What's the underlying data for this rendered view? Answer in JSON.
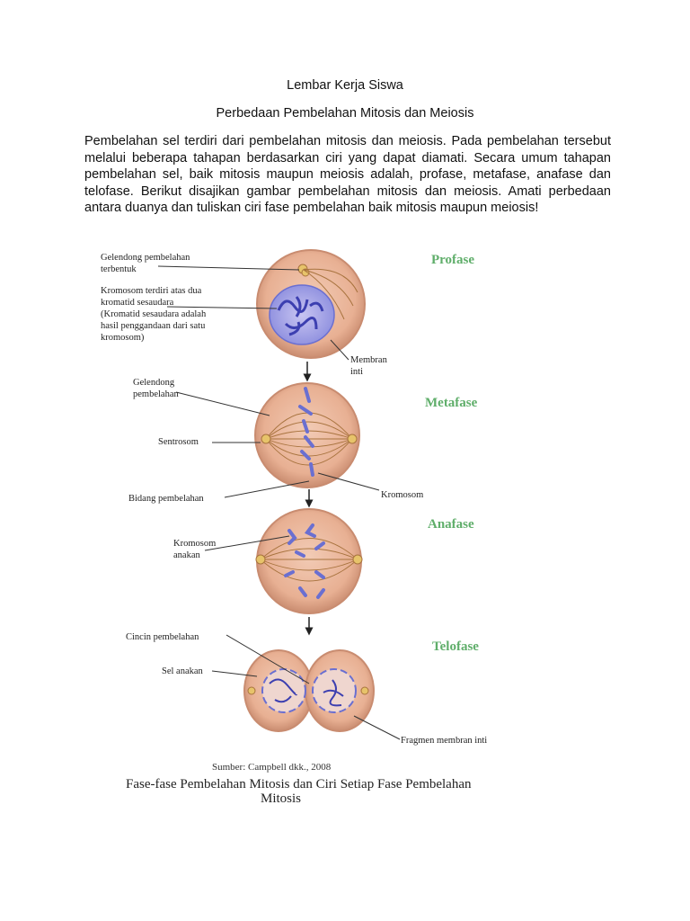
{
  "doc": {
    "title": "Lembar Kerja Siswa",
    "subtitle": "Perbedaan Pembelahan Mitosis dan Meiosis",
    "paragraph": "Pembelahan sel terdiri dari pembelahan mitosis dan meiosis. Pada pembelahan tersebut  melalui beberapa tahapan berdasarkan ciri yang dapat diamati. Secara umum tahapan  pembelahan sel, baik mitosis maupun meiosis adalah, profase, metafase, anafase dan telofase.  Berikut disajikan gambar pembelahan mitosis dan meiosis. Amati perbedaan antara duanya  dan tuliskan ciri fase pembelahan baik mitosis maupun meiosis!"
  },
  "figure": {
    "phases": {
      "profase": "Profase",
      "metafase": "Metafase",
      "anafase": "Anafase",
      "telofase": "Telofase"
    },
    "labels": {
      "gelendong_terbentuk_1": "Gelendong pembelahan",
      "gelendong_terbentuk_2": "terbentuk",
      "kromosom_1": "Kromosom terdiri atas dua",
      "kromosom_2": "kromatid sesaudara",
      "kromosom_3": "(Kromatid sesaudara adalah",
      "kromosom_4": "hasil penggandaan dari satu",
      "kromosom_5": "kromosom)",
      "membran_1": "Membran",
      "membran_2": "inti",
      "gelendong_1": "Gelendong",
      "gelendong_2": "pembelahan",
      "sentrosom": "Sentrosom",
      "bidang": "Bidang pembelahan",
      "kromosom_meta": "Kromosom",
      "kromosom_anakan_1": "Kromosom",
      "kromosom_anakan_2": "anakan",
      "cincin": "Cincin pembelahan",
      "sel_anakan": "Sel anakan",
      "fragmen": "Fragmen membran inti"
    },
    "source": "Sumber: Campbell dkk., 2008",
    "caption_1": "Fase-fase Pembelahan Mitosis dan Ciri Setiap Fase Pembelahan",
    "caption_2": "Mitosis"
  },
  "colors": {
    "cell_fill": "#e9b79c",
    "cell_edge": "#c98c70",
    "chromosome": "#6a6fd1",
    "phase_label": "#5fae6a",
    "spindle": "#a8733e"
  }
}
